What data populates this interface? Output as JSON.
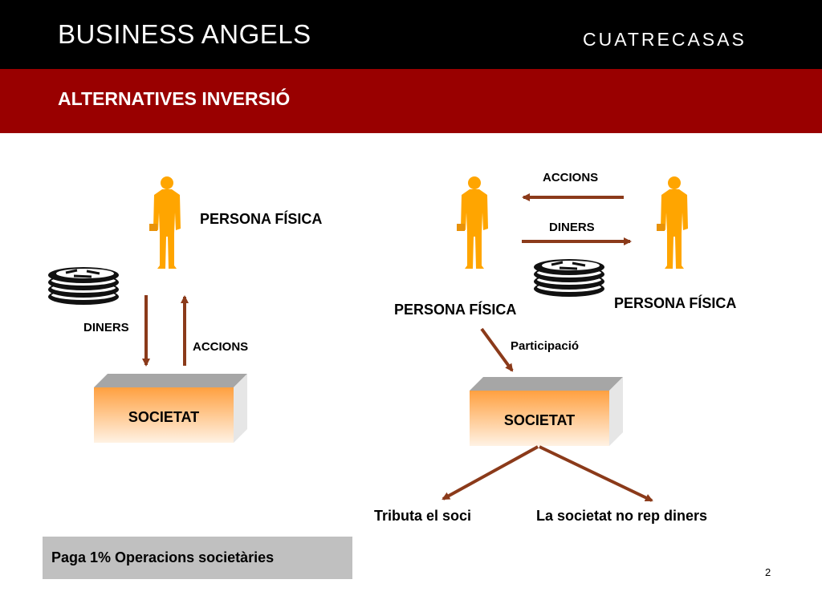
{
  "header": {
    "title": "BUSINESS ANGELS",
    "brand": "CUATRECASAS"
  },
  "section": {
    "subtitle": "ALTERNATIVES INVERSIÓ"
  },
  "left": {
    "person_label": "PERSONA FÍSICA",
    "diners_label": "DINERS",
    "accions_label": "ACCIONS",
    "company_label": "SOCIETAT"
  },
  "right": {
    "accions_label": "ACCIONS",
    "diners_label": "DINERS",
    "person_a_label": "PERSONA FÍSICA",
    "person_b_label": "PERSONA FÍSICA",
    "participation_label": "Participació",
    "company_label": "SOCIETAT",
    "outcome_left": "Tributa el soci",
    "outcome_right": "La societat no rep diners"
  },
  "note": {
    "text": "Paga 1% Operacions societàries"
  },
  "footer": {
    "page_number": "2"
  },
  "colors": {
    "header_bg": "#000000",
    "section_bg": "#990000",
    "person": "#FFA500",
    "arrow": "#8B3A1A",
    "box_front_top": "#FFA040",
    "box_front_bottom": "#FFF2E4",
    "note_bg": "#C0C0C0"
  },
  "icons": [
    "person-silhouette-icon",
    "coin-stack-icon"
  ]
}
